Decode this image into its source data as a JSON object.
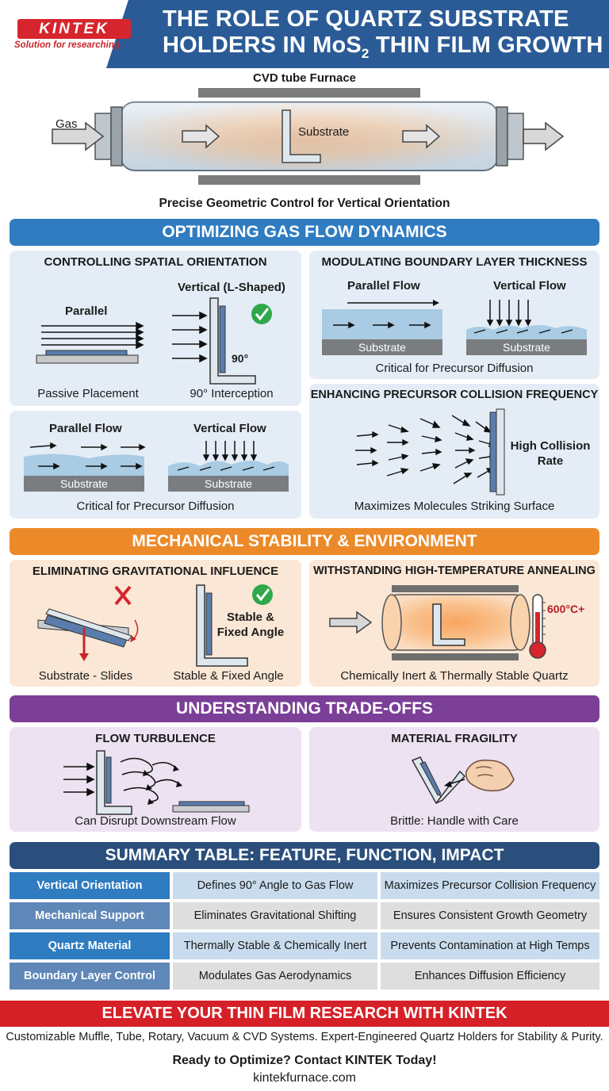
{
  "header": {
    "brand": "KINTEK",
    "tagline": "Solution for researching",
    "title_line1": "THE ROLE OF QUARTZ SUBSTRATE",
    "title_line2_prefix": "HOLDERS IN MoS",
    "title_line2_sub": "2",
    "title_line2_suffix": " THIN FILM GROWTH"
  },
  "furnace": {
    "title": "CVD tube Furnace",
    "gas_label": "Gas",
    "substrate_label": "Substrate",
    "caption": "Precise Geometric Control for Vertical Orientation"
  },
  "section_gas_flow": {
    "title": "OPTIMIZING GAS FLOW DYNAMICS",
    "color": "#2f7cc1",
    "spatial": {
      "title": "CONTROLLING SPATIAL ORIENTATION",
      "parallel_label": "Parallel",
      "vertical_label": "Vertical (L-Shaped)",
      "angle_label": "90°",
      "caption_left": "Passive Placement",
      "caption_right": "90° Interception"
    },
    "boundary_top": {
      "title": "MODULATING BOUNDARY LAYER THICKNESS",
      "parallel_flow": "Parallel Flow",
      "vertical_flow": "Vertical Flow",
      "substrate_left": "Substrate",
      "substrate_right": "Substrate",
      "caption": "Critical for Precursor Diffusion"
    },
    "boundary_bottom": {
      "parallel_flow": "Parallel Flow",
      "vertical_flow": "Vertical Flow",
      "substrate_left": "Substrate",
      "substrate_right": "Substrate",
      "caption": "Critical for Precursor Diffusion"
    },
    "collision": {
      "title": "ENHANCING PRECURSOR COLLISION FREQUENCY",
      "label_line1": "High Collision",
      "label_line2": "Rate",
      "caption": "Maximizes Molecules Striking Surface"
    }
  },
  "section_mechanical": {
    "title": "MECHANICAL STABILITY & ENVIRONMENT",
    "color": "#ec8a2a",
    "gravity": {
      "title": "ELIMINATING GRAVITATIONAL INFLUENCE",
      "stable_line1": "Stable &",
      "stable_line2": "Fixed Angle",
      "caption_left": "Substrate - Slides",
      "caption_right": "Stable & Fixed Angle"
    },
    "annealing": {
      "title": "WITHSTANDING HIGH-TEMPERATURE ANNEALING",
      "temp_label": "600°C+",
      "caption": "Chemically Inert & Thermally Stable Quartz"
    }
  },
  "section_tradeoffs": {
    "title": "UNDERSTANDING TRADE-OFFS",
    "color": "#7b3f98",
    "turbulence": {
      "title": "FLOW TURBULENCE",
      "caption": "Can Disrupt Downstream Flow"
    },
    "fragility": {
      "title": "MATERIAL FRAGILITY",
      "caption": "Brittle: Handle with Care"
    }
  },
  "summary": {
    "title": "SUMMARY TABLE: FEATURE, FUNCTION, IMPACT",
    "color": "#2a4f7c",
    "rows": [
      {
        "feature": "Vertical Orientation",
        "function": "Defines 90° Angle to Gas Flow",
        "impact": "Maximizes Precursor Collision Frequency",
        "color": "#2f7cc1"
      },
      {
        "feature": "Mechanical Support",
        "function": "Eliminates Gravitational Shifting",
        "impact": "Ensures Consistent Growth Geometry",
        "color": "#5f87b8"
      },
      {
        "feature": "Quartz Material",
        "function": "Thermally Stable & Chemically Inert",
        "impact": "Prevents Contamination at High Temps",
        "color": "#2f7cc1"
      },
      {
        "feature": "Boundary Layer Control",
        "function": "Modulates Gas Aerodynamics",
        "impact": "Enhances Diffusion Efficiency",
        "color": "#5f87b8"
      }
    ]
  },
  "cta": {
    "banner": "ELEVATE YOUR THIN FILM RESEARCH WITH KINTEK",
    "description": "Customizable Muffle, Tube, Rotary, Vacuum & CVD Systems. Expert-Engineered Quartz Holders for Stability & Purity.",
    "action": "Ready to Optimize? Contact KINTEK Today!",
    "url": "kintekfurnace.com"
  }
}
